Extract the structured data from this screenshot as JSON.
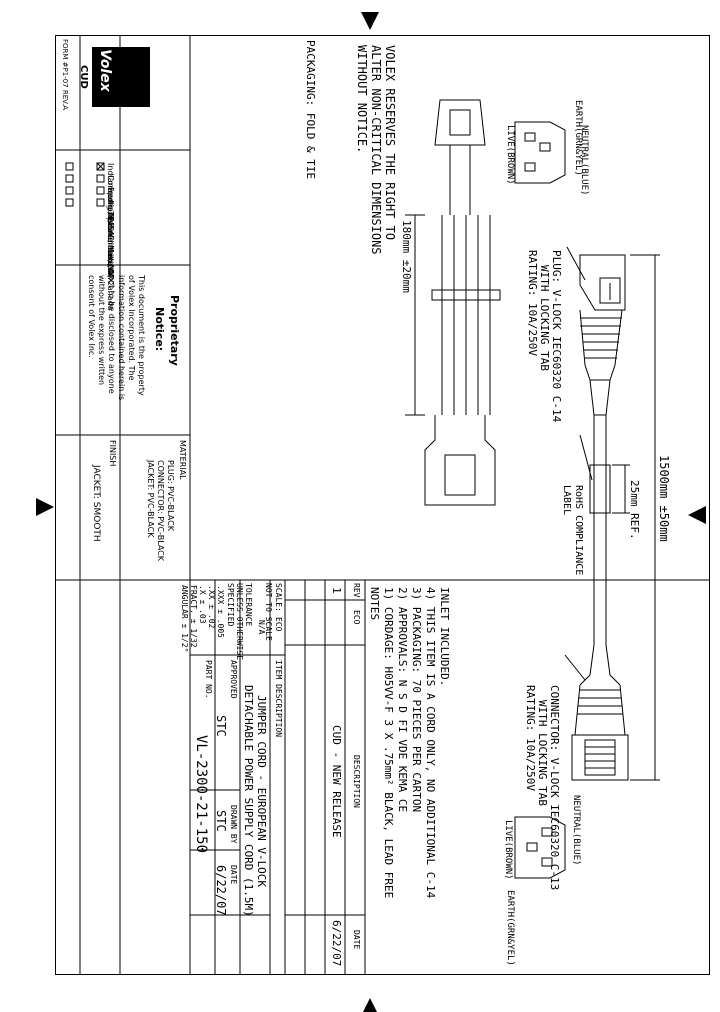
{
  "notice": [
    "VOLEX RESERVES THE RIGHT TO",
    "ALTER NON-CRITICAL DIMENSIONS",
    "WITHOUT NOTICE."
  ],
  "packaging_title": "PACKAGING: FOLD & TIE",
  "packaging_dim": "180mm  ±20mm",
  "plug": {
    "lines": [
      "PLUG: V-LOCK IEC60320 C-14",
      "WITH LOCKING TAB",
      "RATING: 10A/250V"
    ],
    "earth": "EARTH(GRN&YEL)",
    "live": "LIVE(BROWN)",
    "neutral": "NEUTRAL(BLUE)"
  },
  "connector": {
    "lines": [
      "CONNECTOR: V-LOCK IEC60320 C-13",
      "WITH LOCKING TAB",
      "RATING: 10A/250V"
    ],
    "earth": "EARTH(GRN&YEL)",
    "live": "LIVE(BROWN)",
    "neutral": "NEUTRAL(BLUE)"
  },
  "dim_length": "1500mm  ±50mm",
  "dim_ref": "25mm REF.",
  "rohs": [
    "RoHS COMPLIANCE",
    "LABEL"
  ],
  "notes": {
    "title": "NOTES",
    "items": [
      "1) CORDAGE: H05VV-F 3 X .75mm² BLACK, LEAD FREE",
      "2) APPROVALS: N  S  D  FI  VDE  KEMA  CE",
      "3) PACKAGING: 70 PIECES PER CARTON",
      "4) THIS ITEM IS A CORD ONLY, NO ADDITIONAL C-14",
      "    INLET INCLUDED."
    ]
  },
  "logo": {
    "brand": "Volex",
    "sub": "CUD",
    "form": "FORM #P1-07 REV.A"
  },
  "locations": [
    {
      "name": "Indianapolis, IN",
      "checked": true
    },
    {
      "name": "Conover, N.C.",
      "checked": false
    },
    {
      "name": "Fremont, CA",
      "checked": false
    },
    {
      "name": "Aguascalientes, MX",
      "checked": false
    },
    {
      "name": "Tijuana, Mexico",
      "checked": false
    },
    {
      "name": "Hermosillo, MX",
      "checked": false
    },
    {
      "name": "Clinton, AR",
      "checked": false
    },
    {
      "name": "Kanata, Canada",
      "checked": false
    }
  ],
  "proprietary": {
    "title": [
      "Proprietary",
      "Notice:"
    ],
    "body": [
      "This document is the property",
      "of Volex Incorporated. The",
      "information contained herein is",
      "not to be disclosed to anyone",
      "without the express written",
      "consent of Volex Inc."
    ]
  },
  "material": {
    "label": "MATERIAL",
    "lines": [
      "PLUG: PVC-BLACK",
      "CONNECTOR: PVC-BLACK",
      "JACKET: PVC-BLACK"
    ]
  },
  "finish": {
    "label": "FINISH",
    "value": "JACKET: SMOOTH"
  },
  "revisions": {
    "headers": [
      "REV",
      "ECO",
      "DESCRIPTION",
      "DATE"
    ],
    "rows": [
      {
        "rev": "1",
        "eco": "",
        "desc": "CUD - NEW RELEASE",
        "date": "6/22/07"
      }
    ]
  },
  "titleblock": {
    "scale_label": "SCALE:",
    "scale_value": "NOT TO SCALE",
    "eco_label": "ECO",
    "eco_value": "N/A",
    "tol_title": [
      "TOLERANCE",
      "UNLESS OTHERWISE",
      "SPECIFIED"
    ],
    "tol_lines": [
      ".XXX ± .005",
      ".XX ± .02",
      ".X ± .03",
      "FRACT. ± 1/32",
      "ANGULAR ± 1/2°"
    ],
    "item_desc_label": "ITEM DESCRIPTION",
    "item_desc": [
      "JUMPER CORD - EUROPEAN V-LOCK",
      "DETACHABLE POWER SUPPLY CORD (1.5M)"
    ],
    "approved_label": "APPROVED",
    "approved": "STC",
    "drawn_label": "DRAWN BY",
    "drawn": "STC",
    "date_label": "DATE",
    "date": "6/22/07",
    "partno_label": "PART NO.",
    "partno": "VL-2300-21-150"
  }
}
